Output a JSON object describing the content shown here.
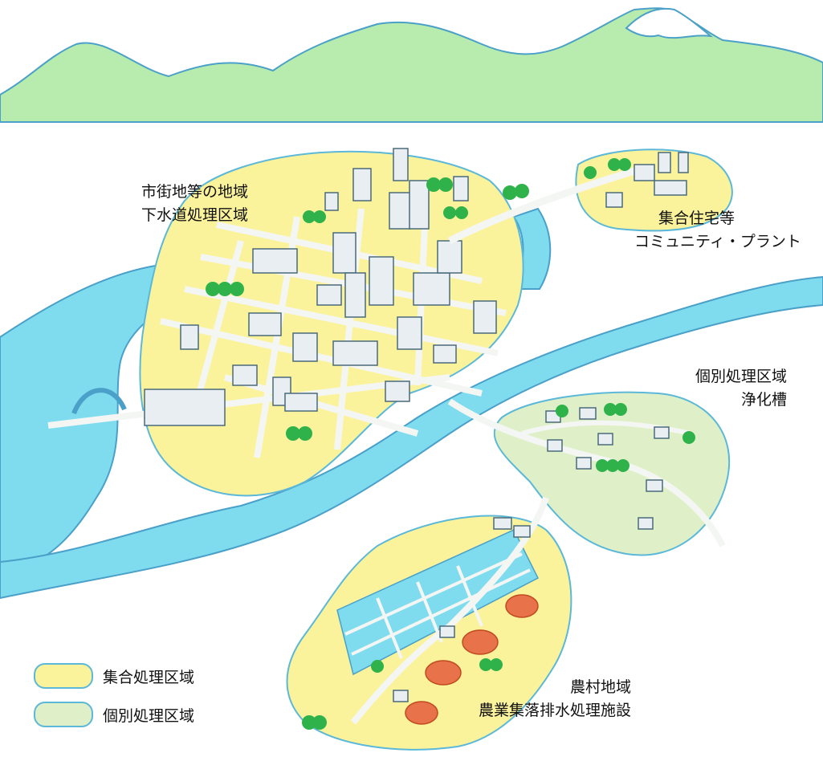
{
  "labels": {
    "city_line1": "市街地等の地域",
    "city_line2": "下水道処理区域",
    "housing_line1": "集合住宅等",
    "housing_line2": "コミュニティ・プラント",
    "individual_line1": "個別処理区域",
    "individual_line2": "浄化槽",
    "farm_line1": "農村地域",
    "farm_line2": "農業集落排水処理施設"
  },
  "legend": [
    {
      "label": "集合処理区域",
      "color": "#fbf39c"
    },
    {
      "label": "個別処理区域",
      "color": "#dff0c8"
    }
  ],
  "colors": {
    "collective_zone": "#fbf39c",
    "individual_zone": "#dff0c8",
    "river": "#7fdcef",
    "mountain": "#b8ecae",
    "road": "#f4f6f4",
    "outline": "#5bb8d8",
    "tree": "#2fb24a",
    "building": "#e8eef2",
    "pond": "#e8734a"
  },
  "icons": [
    "mountain-icon",
    "river-icon",
    "tree-icon",
    "building-icon",
    "house-icon",
    "bridge-icon",
    "treatment-plant-icon",
    "paddy-field-icon",
    "pond-icon"
  ]
}
